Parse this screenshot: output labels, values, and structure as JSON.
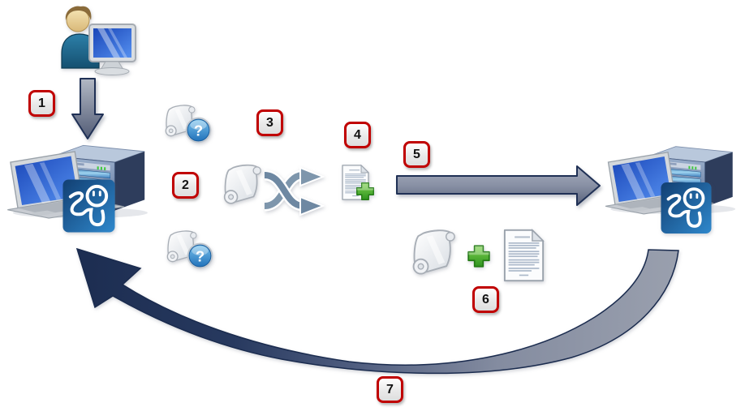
{
  "diagram": {
    "kind": "remoting-workflow",
    "steps": [
      {
        "num": "1"
      },
      {
        "num": "2"
      },
      {
        "num": "3"
      },
      {
        "num": "4"
      },
      {
        "num": "5"
      },
      {
        "num": "6"
      },
      {
        "num": "7"
      }
    ],
    "glyphs": {
      "question": "?"
    },
    "icons": {
      "admin": "admin-user-with-workstation-icon",
      "client": "client-computer-icon",
      "client_service": "remoting-service-badge-icon",
      "server": "remote-computer-icon",
      "server_service": "remoting-service-badge-icon",
      "script_question_top": "script-with-question-badge-icon",
      "script_question_bottom": "script-with-question-badge-icon",
      "script_shuffle": "script-with-crossing-arrows-icon",
      "document_add": "document-with-plus-icon",
      "script_plus_document": "script-plus-document-icon",
      "arrow_1": "down-arrow",
      "arrow_5": "right-arrow",
      "arrow_7": "curved-return-arrow"
    },
    "colors": {
      "step_border": "#C00000",
      "arrow_dark_navy": "#1F3055",
      "arrow_gray": "#8C94A6",
      "remoting_blue": "#2577BE",
      "plus_green": "#3BA428",
      "question_blue": "#2E7FC2",
      "screen_blue": "#2B5FD0"
    }
  }
}
